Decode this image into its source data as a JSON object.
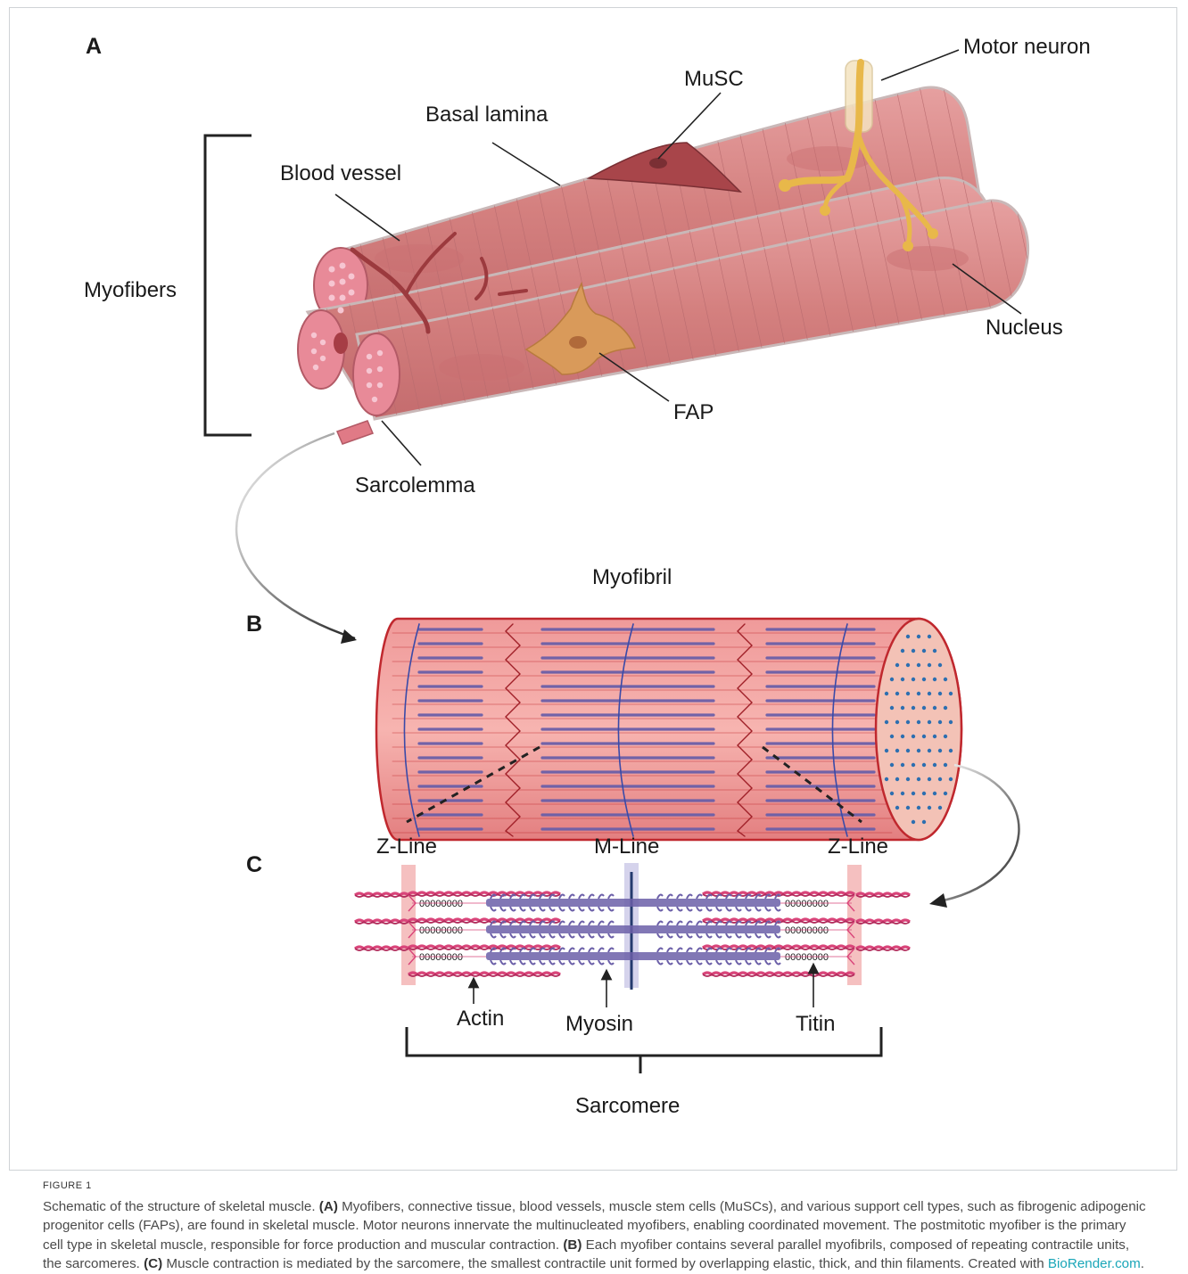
{
  "panels": {
    "a": "A",
    "b": "B",
    "c": "C"
  },
  "labels": {
    "motor_neuron": "Motor neuron",
    "musc": "MuSC",
    "basal_lamina": "Basal lamina",
    "blood_vessel": "Blood vessel",
    "myofibers": "Myofibers",
    "nucleus": "Nucleus",
    "fap": "FAP",
    "sarcolemma": "Sarcolemma",
    "myofibril": "Myofibril",
    "z_line_left": "Z-Line",
    "m_line": "M-Line",
    "z_line_right": "Z-Line",
    "actin": "Actin",
    "myosin": "Myosin",
    "titin": "Titin",
    "sarcomere": "Sarcomere"
  },
  "titin_coil": "00000000",
  "caption": {
    "figure_label": "FIGURE 1",
    "intro": "Schematic of the structure of skeletal muscle. ",
    "a_tag": "(A)",
    "a_text": " Myofibers, connective tissue, blood vessels, muscle stem cells (MuSCs), and various support cell types, such as fibrogenic adipogenic progenitor cells (FAPs), are found in skeletal muscle. Motor neurons innervate the multinucleated myofibers, enabling coordinated movement. The postmitotic myofiber is the primary cell type in skeletal muscle, responsible for force production and muscular contraction. ",
    "b_tag": "(B)",
    "b_text": " Each myofiber contains several parallel myofibrils, composed of repeating contractile units, the sarcomeres. ",
    "c_tag": "(C)",
    "c_text": " Muscle contraction is mediated by the sarcomere, the smallest contractile unit formed by overlapping elastic, thick, and thin filaments. Created with ",
    "link": "BioRender.com",
    "end": "."
  },
  "colors": {
    "muscle": "#d98a8a",
    "muscle_dark": "#a84d52",
    "myofibril": "#e8888a",
    "myosin": "#6b5fa8",
    "actin": "#d9457a",
    "nerve": "#e8b84a",
    "fap": "#d99a5a",
    "link": "#1aa6b8"
  }
}
